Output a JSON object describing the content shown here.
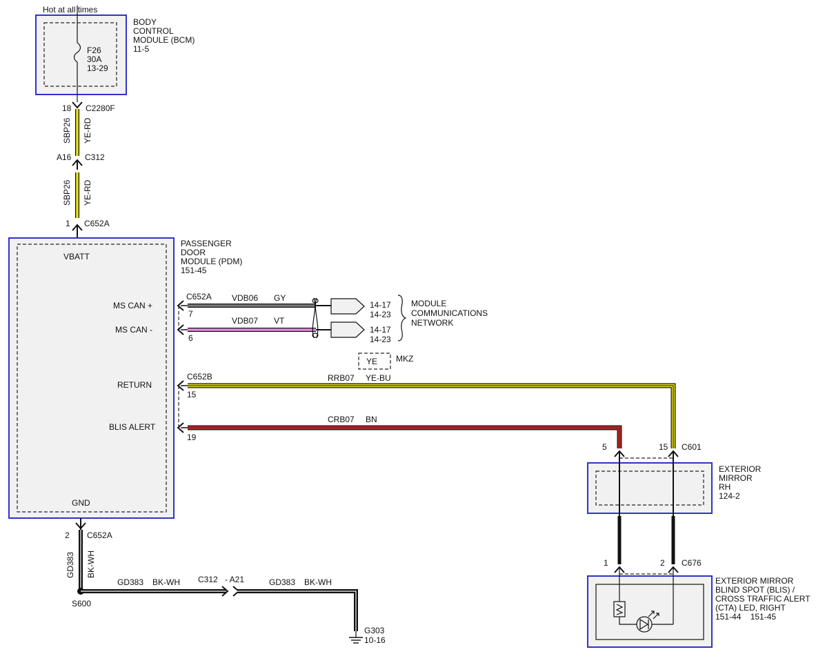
{
  "colors": {
    "module_border": "#2e33c8",
    "module_fill": "#f1f1f1",
    "wire_ye_rd": "#e8e01e",
    "wire_ye_bu": "#e8e01e",
    "wire_gy": "#7a7a7a",
    "wire_vt": "#e98be0",
    "wire_bn": "#a52222",
    "wire_bk": "#111111"
  },
  "bcm": {
    "hot_label": "Hot at all times",
    "name_lines": [
      "BODY",
      "CONTROL",
      "MODULE (BCM)",
      "11-5"
    ],
    "fuse_lines": [
      "F26",
      "30A",
      "13-29"
    ]
  },
  "c2280f": {
    "pin": "18",
    "connector": "C2280F"
  },
  "c312_top": {
    "pin": "A16",
    "connector": "C312"
  },
  "wire_sbp26": {
    "circuit": "SBP26",
    "color": "YE-RD"
  },
  "pdm_in": {
    "pin": "1",
    "connector": "C652A"
  },
  "pdm": {
    "name_lines": [
      "PASSENGER",
      "DOOR",
      "MODULE (PDM)",
      "151-45"
    ],
    "vbatt": "VBATT",
    "gnd": "GND",
    "ms_can_plus": "MS CAN +",
    "ms_can_minus": "MS CAN -",
    "return": "RETURN",
    "blis_alert": "BLIS ALERT"
  },
  "can": {
    "connector": "C652A",
    "plus_pin": "7",
    "minus_pin": "6",
    "plus_circuit": "VDB06",
    "plus_color": "GY",
    "minus_circuit": "VDB07",
    "minus_color": "VT",
    "plus_refs": [
      "14-17",
      "14-23"
    ],
    "minus_refs": [
      "14-17",
      "14-23"
    ],
    "network_lines": [
      "MODULE",
      "COMMUNICATIONS",
      "NETWORK"
    ]
  },
  "option": {
    "box": "YE",
    "label": "MKZ"
  },
  "return_wire": {
    "connector": "C652B",
    "pin": "15",
    "circuit": "RRB07",
    "color": "YE-BU"
  },
  "blis_wire": {
    "pin": "19",
    "circuit": "CRB07",
    "color": "BN"
  },
  "c601": {
    "pin_a": "5",
    "pin_b": "15",
    "connector": "C601"
  },
  "mirror": {
    "name_lines": [
      "EXTERIOR",
      "MIRROR",
      "RH",
      "124-2"
    ]
  },
  "c676": {
    "pin_a": "1",
    "pin_b": "2",
    "connector": "C676"
  },
  "blis_led": {
    "name_lines": [
      "EXTERIOR MIRROR",
      "BLIND SPOT (BLIS) /",
      "CROSS TRAFFIC ALERT",
      "(CTA) LED, RIGHT",
      "151-44    151-45"
    ]
  },
  "ground": {
    "pin": "2",
    "connector": "C652A",
    "circuit": "GD383",
    "color": "BK-WH",
    "splice": "S600",
    "inline_connector": "C312",
    "inline_pin": "- A21",
    "ground": "G303",
    "ground_ref": "10-16"
  }
}
